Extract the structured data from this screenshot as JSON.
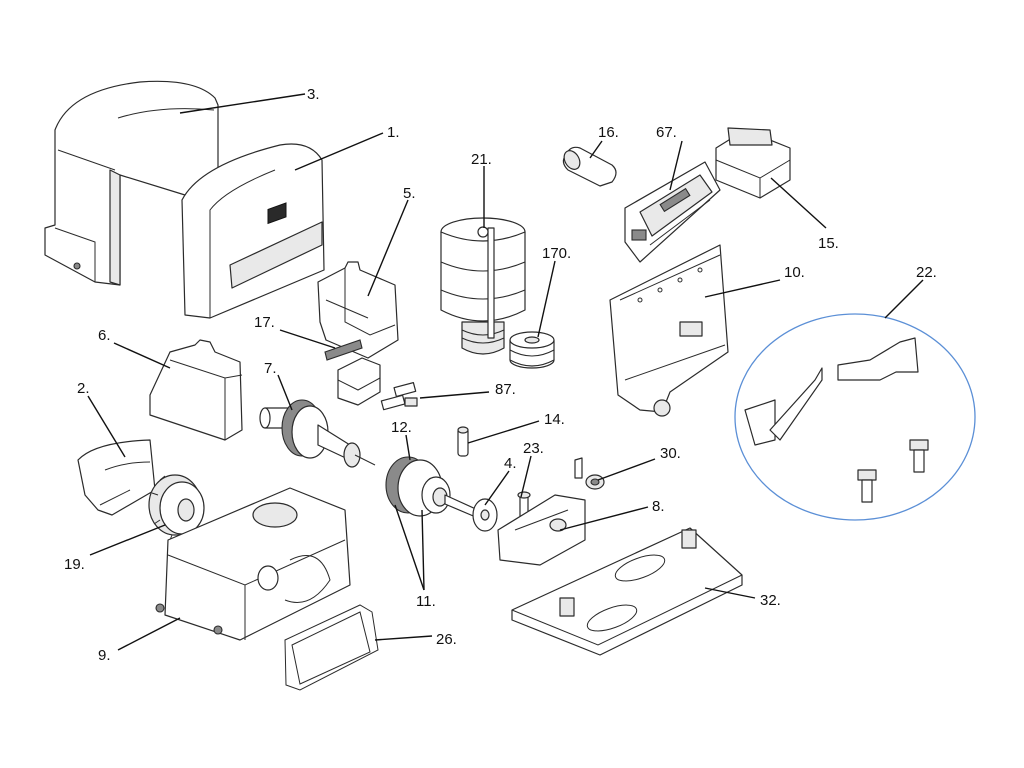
{
  "callouts": [
    {
      "id": "1",
      "label": "1."
    },
    {
      "id": "2",
      "label": "2."
    },
    {
      "id": "3",
      "label": "3."
    },
    {
      "id": "4",
      "label": "4."
    },
    {
      "id": "5",
      "label": "5."
    },
    {
      "id": "6",
      "label": "6."
    },
    {
      "id": "7",
      "label": "7."
    },
    {
      "id": "8",
      "label": "8."
    },
    {
      "id": "9",
      "label": "9."
    },
    {
      "id": "10",
      "label": "10."
    },
    {
      "id": "11",
      "label": "11."
    },
    {
      "id": "12",
      "label": "12."
    },
    {
      "id": "14",
      "label": "14."
    },
    {
      "id": "15",
      "label": "15."
    },
    {
      "id": "16",
      "label": "16."
    },
    {
      "id": "17",
      "label": "17."
    },
    {
      "id": "19",
      "label": "19."
    },
    {
      "id": "21",
      "label": "21."
    },
    {
      "id": "22",
      "label": "22."
    },
    {
      "id": "23",
      "label": "23."
    },
    {
      "id": "26",
      "label": "26."
    },
    {
      "id": "30",
      "label": "30."
    },
    {
      "id": "32",
      "label": "32."
    },
    {
      "id": "67",
      "label": "67."
    },
    {
      "id": "87",
      "label": "87."
    },
    {
      "id": "170",
      "label": "170."
    }
  ],
  "colors": {
    "line": "#2b2b2b",
    "detail_circle": "#5b8fd6",
    "background": "#ffffff"
  }
}
